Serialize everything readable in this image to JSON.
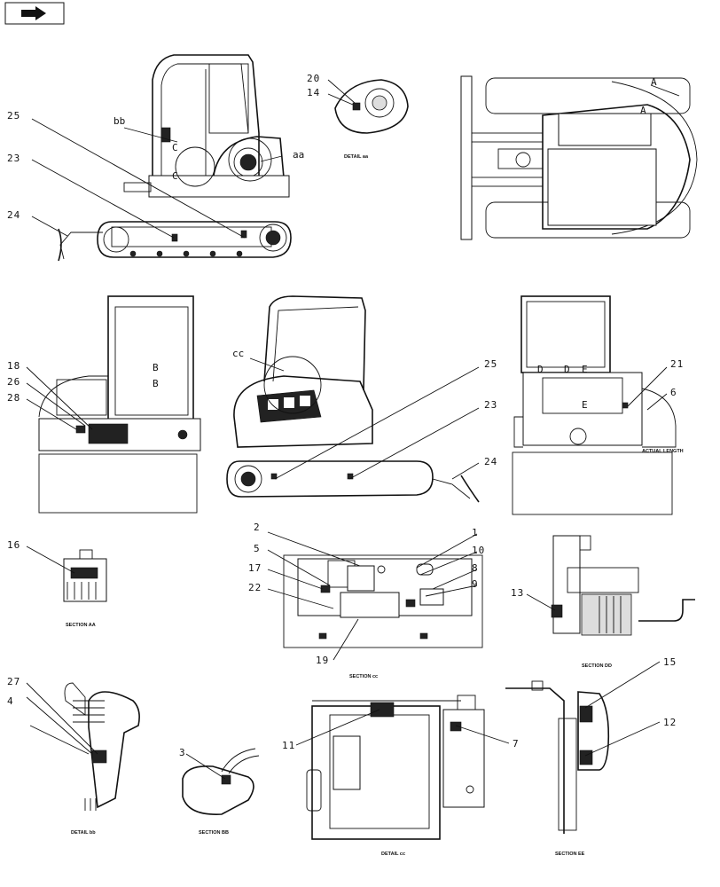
{
  "nav": {
    "icon": "arrow-right-icon"
  },
  "captions": {
    "detail_aa": "DETAIL aa",
    "section_aa": "SECTION AA",
    "section_cc": "SECTION cc",
    "section_dd": "SECTION DD",
    "detail_bb": "DETAIL bb",
    "section_bb": "SECTION BB",
    "detail_cc": "DETAIL cc",
    "section_ee": "SECTION EE",
    "actual_length": "ACTUAL LENGTH"
  },
  "view_markers": {
    "bb": "bb",
    "aa": "aa",
    "cc": "cc",
    "A": "A",
    "B": "B",
    "C": "C",
    "D": "D",
    "E": "E"
  },
  "callouts": {
    "c1": "1",
    "c2": "2",
    "c3": "3",
    "c4": "4",
    "c5": "5",
    "c6": "6",
    "c7": "7",
    "c8": "8",
    "c9": "9",
    "c10": "10",
    "c11": "11",
    "c12": "12",
    "c13": "13",
    "c14": "14",
    "c15": "15",
    "c16": "16",
    "c17": "17",
    "c18": "18",
    "c19": "19",
    "c20": "20",
    "c21": "21",
    "c22": "22",
    "c23": "23",
    "c24": "24",
    "c25": "25",
    "c26": "26",
    "c27": "27",
    "c28": "28"
  }
}
